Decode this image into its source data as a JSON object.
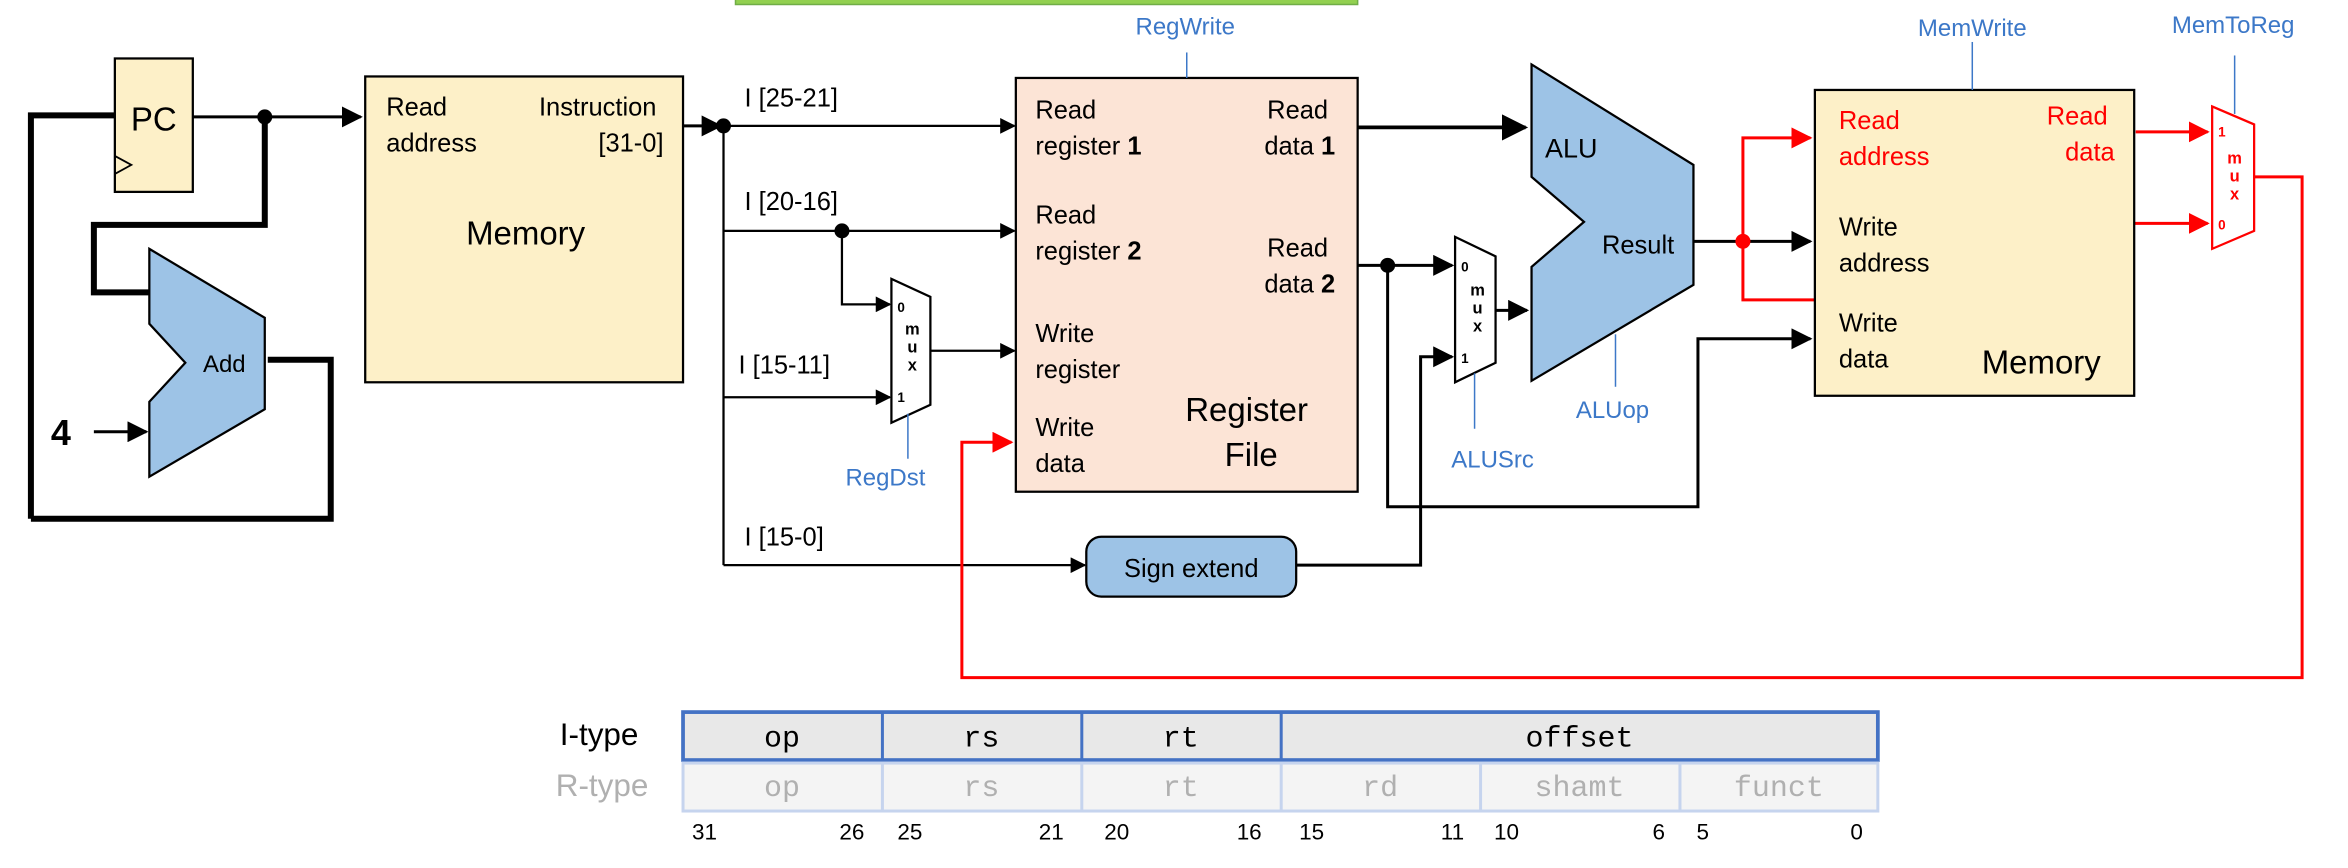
{
  "colors": {
    "memory_fill": "#fdf0c8",
    "regfile_fill": "#fce4d6",
    "alu_fill": "#9dc3e6",
    "control_text": "#3c78c8",
    "red_path": "#ff0000",
    "wire": "#000000",
    "top_bar": "#92d050",
    "format_border": "#4472c4",
    "format_fill": "#e8e8e8",
    "format_fill_faded": "#f4f4f4",
    "faded_text": "#b0b0b0"
  },
  "pc": {
    "label": "PC"
  },
  "adder": {
    "label": "Add",
    "constant": "4"
  },
  "instruction_memory": {
    "port_read_address": [
      "Read",
      "address"
    ],
    "port_instruction": [
      "Instruction",
      "[31-0]"
    ],
    "title": "Memory"
  },
  "instruction_fields": {
    "rs": "I [25-21]",
    "rt": "I [20-16]",
    "rd": "I [15-11]",
    "imm": "I [15-0]"
  },
  "register_file": {
    "read_reg_1": [
      "Read",
      "register ",
      "1"
    ],
    "read_reg_2": [
      "Read",
      "register ",
      "2"
    ],
    "write_reg": [
      "Write",
      "register"
    ],
    "write_data": [
      "Write",
      "data"
    ],
    "read_data_1": [
      "Read",
      "data ",
      "1"
    ],
    "read_data_2": [
      "Read",
      "data ",
      "2"
    ],
    "title": [
      "Register",
      "File"
    ]
  },
  "mux": {
    "letters": [
      "m",
      "u",
      "x"
    ],
    "input_0": "0",
    "input_1": "1"
  },
  "sign_extend": {
    "label": "Sign extend"
  },
  "alu": {
    "label": "ALU",
    "result": "Result"
  },
  "data_memory": {
    "read_address": [
      "Read",
      "address"
    ],
    "write_address": [
      "Write",
      "address"
    ],
    "write_data": [
      "Write",
      "data"
    ],
    "read_data": [
      "Read",
      "data"
    ],
    "title": "Memory"
  },
  "control_signals": {
    "regwrite": "RegWrite",
    "regdst": "RegDst",
    "alusrc": "ALUSrc",
    "aluop": "ALUop",
    "memwrite": "MemWrite",
    "memtoreg": "MemToReg"
  },
  "formats": {
    "i_type": {
      "label": "I-type",
      "fields": [
        "op",
        "rs",
        "rt",
        "offset"
      ]
    },
    "r_type": {
      "label": "R-type",
      "fields": [
        "op",
        "rs",
        "rt",
        "rd",
        "shamt",
        "funct"
      ]
    },
    "bit_positions": [
      "31",
      "26",
      "25",
      "21",
      "20",
      "16",
      "15",
      "11",
      "10",
      "6",
      "5",
      "0"
    ]
  }
}
